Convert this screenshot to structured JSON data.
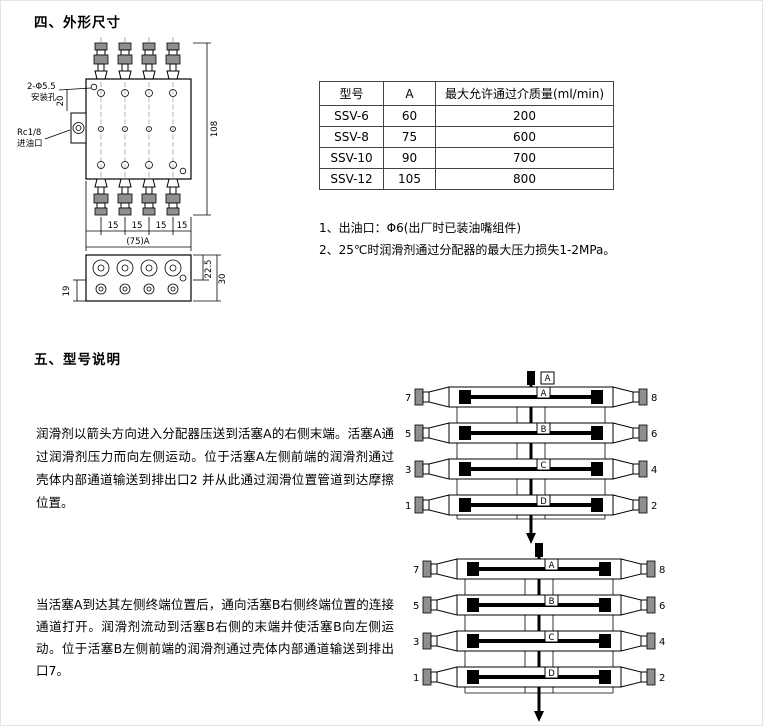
{
  "sections": {
    "s4": {
      "title": "四、外形尺寸"
    },
    "s5": {
      "title": "五、型号说明"
    }
  },
  "table": {
    "headers": [
      "型号",
      "A",
      "最大允许通过介质量(ml/min)"
    ],
    "rows": [
      [
        "SSV-6",
        "60",
        "200"
      ],
      [
        "SSV-8",
        "75",
        "600"
      ],
      [
        "SSV-10",
        "90",
        "700"
      ],
      [
        "SSV-12",
        "105",
        "800"
      ]
    ]
  },
  "notes": [
    "1、出油口：Φ6(出厂时已装油嘴组件)",
    "2、25℃时润滑剂通过分配器的最大压力损失1-2MPa。"
  ],
  "paragraphs": [
    "润滑剂以箭头方向进入分配器压送到活塞A的右侧末端。活塞A通过润滑剂压力而向左侧运动。位于活塞A左侧前端的润滑剂通过壳体内部通道输送到排出口2 并从此通过润滑位置管道到达摩擦位置。",
    "当活塞A到达其左侧终端位置后，通向活塞B右侧终端位置的连接通道打开。润滑剂流动到活塞B右侧的末端并使活塞B向左侧运动。位于活塞B左侧前端的润滑剂通过壳体内部通道输送到排出口7。"
  ],
  "drawing": {
    "mount_hole_label": "2-Φ5.5",
    "mount_hole_label2": "安装孔",
    "inlet_label": "Rc1/8",
    "inlet_label2": "进油口",
    "dim_height": "108",
    "dim_pitch": "15",
    "dim_total": "(75)A",
    "dim_20": "20",
    "dim_225": "22.5",
    "dim_30": "30",
    "dim_19": "19"
  },
  "diagram1": {
    "inlet_label": "A",
    "pistons": [
      "A",
      "B",
      "C",
      "D"
    ],
    "left_ports": [
      "7",
      "5",
      "3",
      "1"
    ],
    "right_ports": [
      "8",
      "6",
      "4",
      "2"
    ]
  },
  "diagram2": {
    "pistons": [
      "A",
      "B",
      "C",
      "D"
    ],
    "left_ports": [
      "7",
      "5",
      "3",
      "1"
    ],
    "right_ports": [
      "8",
      "6",
      "4",
      "2"
    ]
  }
}
